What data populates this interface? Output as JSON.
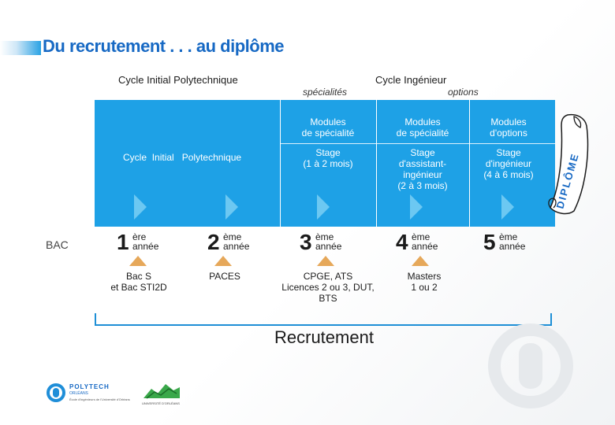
{
  "title": "Du recrutement . . . au diplôme",
  "headers": {
    "cycle_initial": "Cycle Initial Polytechnique",
    "cycle_ingenieur": "Cycle Ingénieur",
    "specialites": "spécialités",
    "options": "options"
  },
  "band": {
    "cycle_initial_word1": "Cycle",
    "cycle_initial_word2": "Initial",
    "cycle_initial_word3": "Polytechnique",
    "col1_row1_line1": "Modules",
    "col1_row1_line2": "de spécialité",
    "col2_row1_line1": "Modules",
    "col2_row1_line2": "de spécialité",
    "col3_row1_line1": "Modules",
    "col3_row1_line2": "d'options",
    "col1_row2_line1": "Stage",
    "col1_row2_line2": "(1 à 2 mois)",
    "col2_row2_line1": "Stage",
    "col2_row2_line2": "d'assistant-",
    "col2_row2_line3": "ingénieur",
    "col2_row2_line4": "(2 à 3 mois)",
    "col3_row2_line1": "Stage",
    "col3_row2_line2": "d'ingénieur",
    "col3_row2_line3": "(4 à 6 mois)"
  },
  "bac_label": "BAC",
  "years": [
    {
      "num": "1",
      "sup": "ère",
      "annee": "année"
    },
    {
      "num": "2",
      "sup": "ème",
      "annee": "année"
    },
    {
      "num": "3",
      "sup": "ème",
      "annee": "année"
    },
    {
      "num": "4",
      "sup": "ème",
      "annee": "année"
    },
    {
      "num": "5",
      "sup": "ème",
      "annee": "année"
    }
  ],
  "entries": [
    {
      "line1": "Bac S",
      "line2": "et Bac STI2D"
    },
    {
      "line1": "PACES"
    },
    {
      "line1": "CPGE, ATS",
      "line2": "Licences 2 ou 3, DUT,",
      "line3": "BTS"
    },
    {
      "line1": "Masters",
      "line2": "1 ou 2"
    }
  ],
  "diplome": "DIPLÔME",
  "footer": {
    "recrutement": "Recrutement",
    "polytech_name": "POLYTECH",
    "polytech_city": "ORLÉANS",
    "polytech_tagline": "École d'ingénieurs de l'Université d'Orléans",
    "univ_tagline": "UNIVERSITÉ D'ORLÉANS"
  },
  "colors": {
    "accent": "#1769c4",
    "band": "#1ea1e6",
    "chevron": "#6cc8f2",
    "marker": "#e6a85a"
  }
}
